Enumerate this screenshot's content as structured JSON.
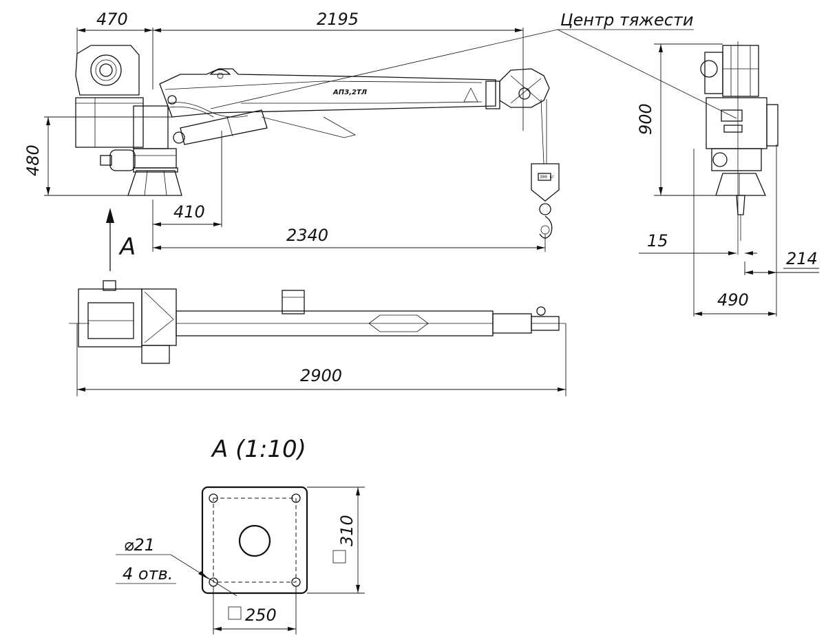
{
  "labels": {
    "center_of_gravity": "Центр тяжести",
    "view_a_arrow": "А",
    "view_a_title": "А (1:10)",
    "boom_model": "АПЗ,2ТЛ",
    "hook_plate": "300 кг",
    "hole_diameter": "⌀21",
    "hole_count": "4 отв."
  },
  "dimensions": {
    "d470": "470",
    "d2195": "2195",
    "d480": "480",
    "d410": "410",
    "d2340": "2340",
    "d900": "900",
    "d15": "15",
    "d214": "214",
    "d490": "490",
    "d2900": "2900",
    "d310": "310",
    "d250": "250"
  }
}
